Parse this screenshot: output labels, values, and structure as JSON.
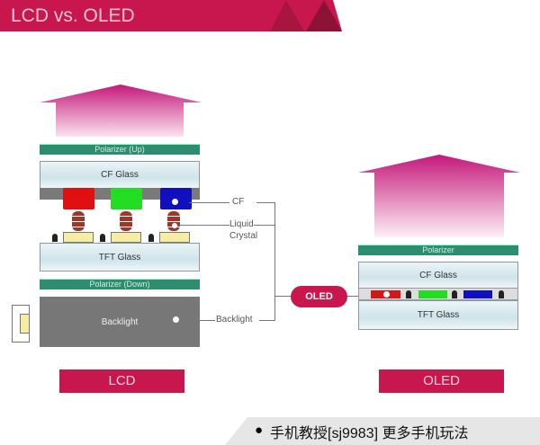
{
  "header": {
    "title": "LCD vs. OLED"
  },
  "lcd": {
    "polarizer_up": "Polarizer (Up)",
    "cf_glass": "CF Glass",
    "tft_glass": "TFT Glass",
    "polarizer_down": "Polarizer (Down)",
    "backlight": "Backlight",
    "label": "LCD"
  },
  "callouts": {
    "cf": "CF",
    "liquid": "Liquid",
    "crystal": "Crystal",
    "backlight": "Backlight",
    "oled_pill": "OLED"
  },
  "oled": {
    "polarizer": "Polarizer",
    "cf_glass": "CF Glass",
    "tft_glass": "TFT Glass",
    "label": "OLED"
  },
  "footer": {
    "text": "手机教授[sj9983]  更多手机玩法"
  },
  "colors": {
    "brand": "#c8174f",
    "polarizer": "#2f8c6f",
    "red": "#e01010",
    "green": "#22dd22",
    "blue": "#1010c0"
  }
}
